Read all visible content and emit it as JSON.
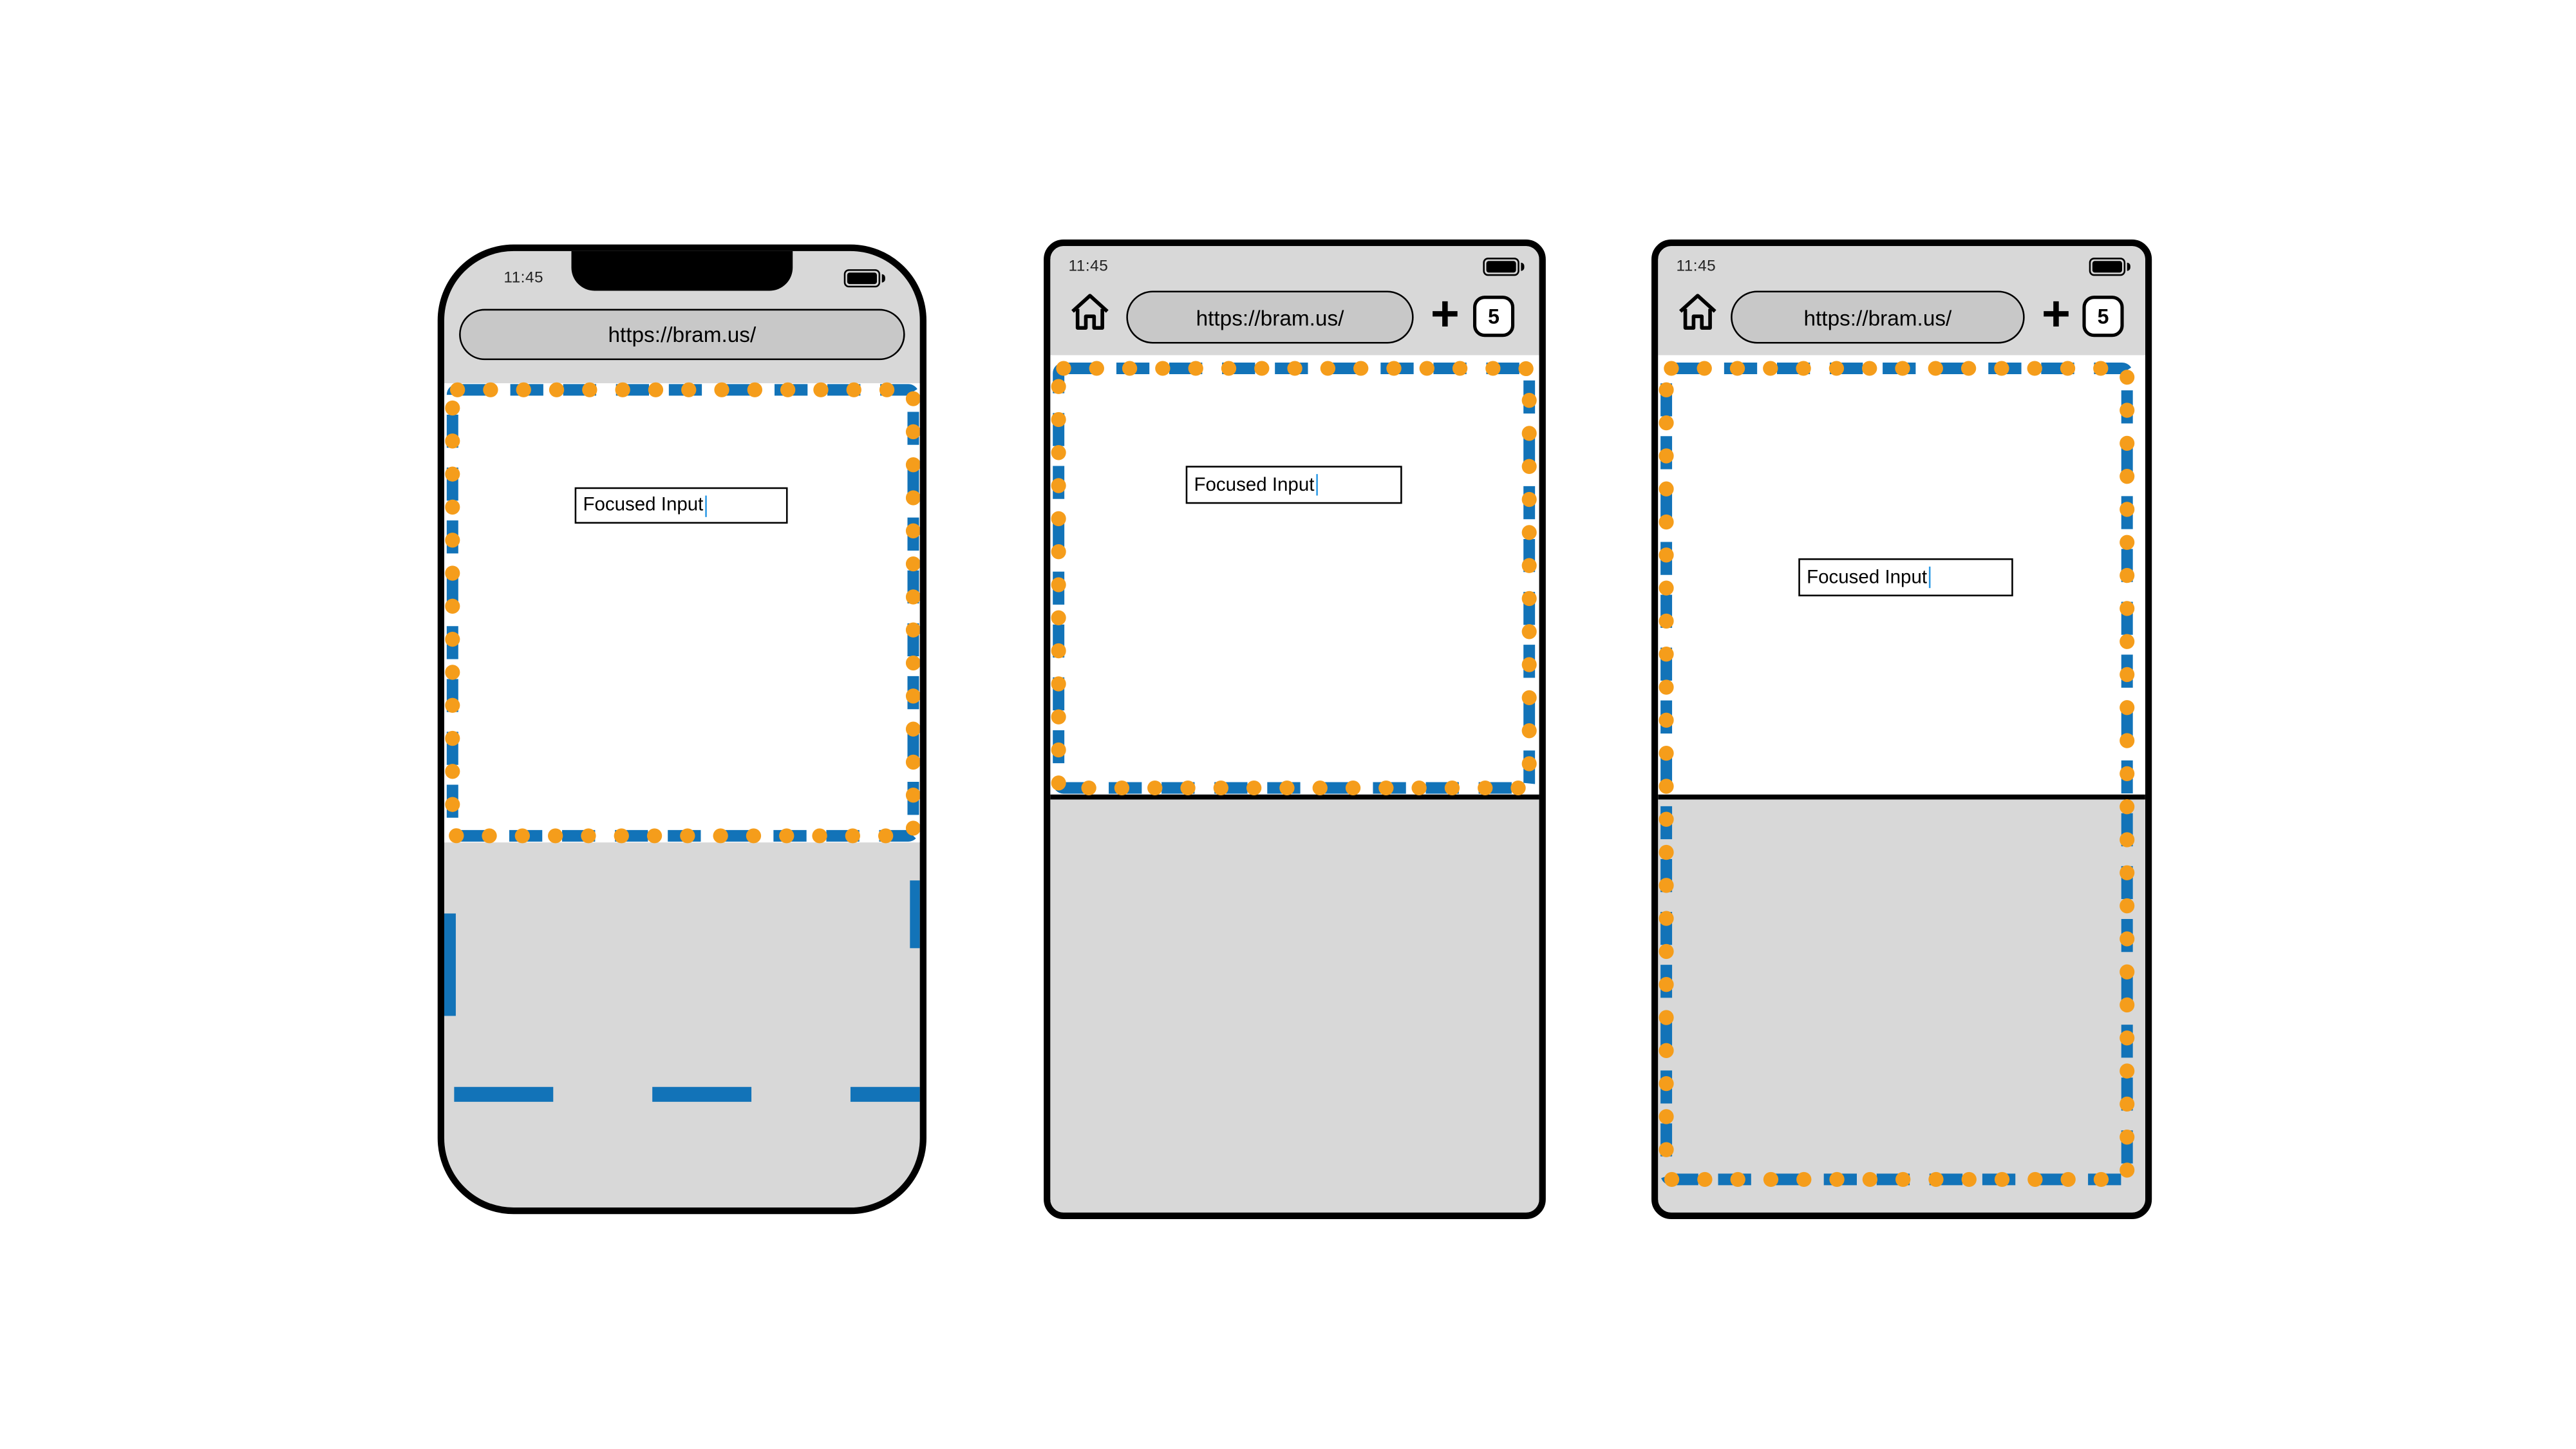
{
  "colors": {
    "layout_viewport": "#1273B8",
    "visual_viewport": "#F59D1B",
    "chrome_gray": "#D8D8D8",
    "pill_gray": "#C8C8C8",
    "keyboard_gray": "#D8D8D8",
    "caret_blue": "#2E9BE6"
  },
  "phones": [
    {
      "name": "iphone-keyboard-overlays",
      "time": "11:45",
      "url": "https://bram.us/",
      "input_value": "Focused Input"
    },
    {
      "name": "android-viewport-resizes",
      "time": "11:45",
      "url": "https://bram.us/",
      "plus_label": "+",
      "tab_count": "5",
      "input_value": "Focused Input"
    },
    {
      "name": "android-viewport-overlays",
      "time": "11:45",
      "url": "https://bram.us/",
      "plus_label": "+",
      "tab_count": "5",
      "input_value": "Focused Input"
    }
  ]
}
